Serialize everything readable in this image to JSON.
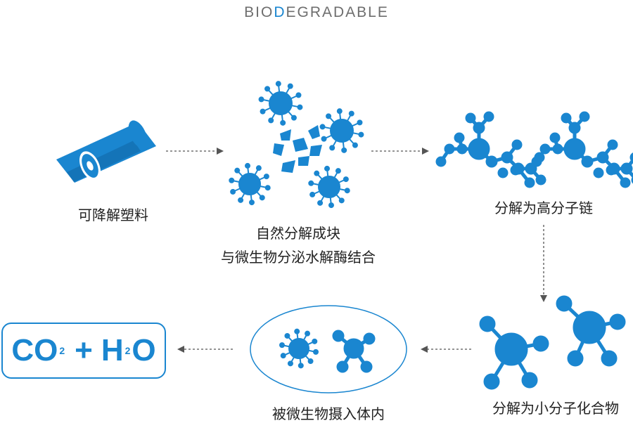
{
  "brand": {
    "prefix": "BIO",
    "highlight": "D",
    "suffix": "EGRADABLE"
  },
  "stages": {
    "plastic": "可降解塑料",
    "fragments_line1": "自然分解成块",
    "fragments_line2": "与微生物分泌水解酶结合",
    "polymer": "分解为高分子链",
    "small_molecules": "分解为小分子化合物",
    "absorbed": "被微生物摄入体内"
  },
  "formula": {
    "co": "CO",
    "co_sub": "2",
    "plus": "+",
    "h": "H",
    "h_sub": "2",
    "o": "O"
  },
  "colors": {
    "accent": "#1a86d0",
    "arrow": "#555555",
    "text": "#222222"
  }
}
